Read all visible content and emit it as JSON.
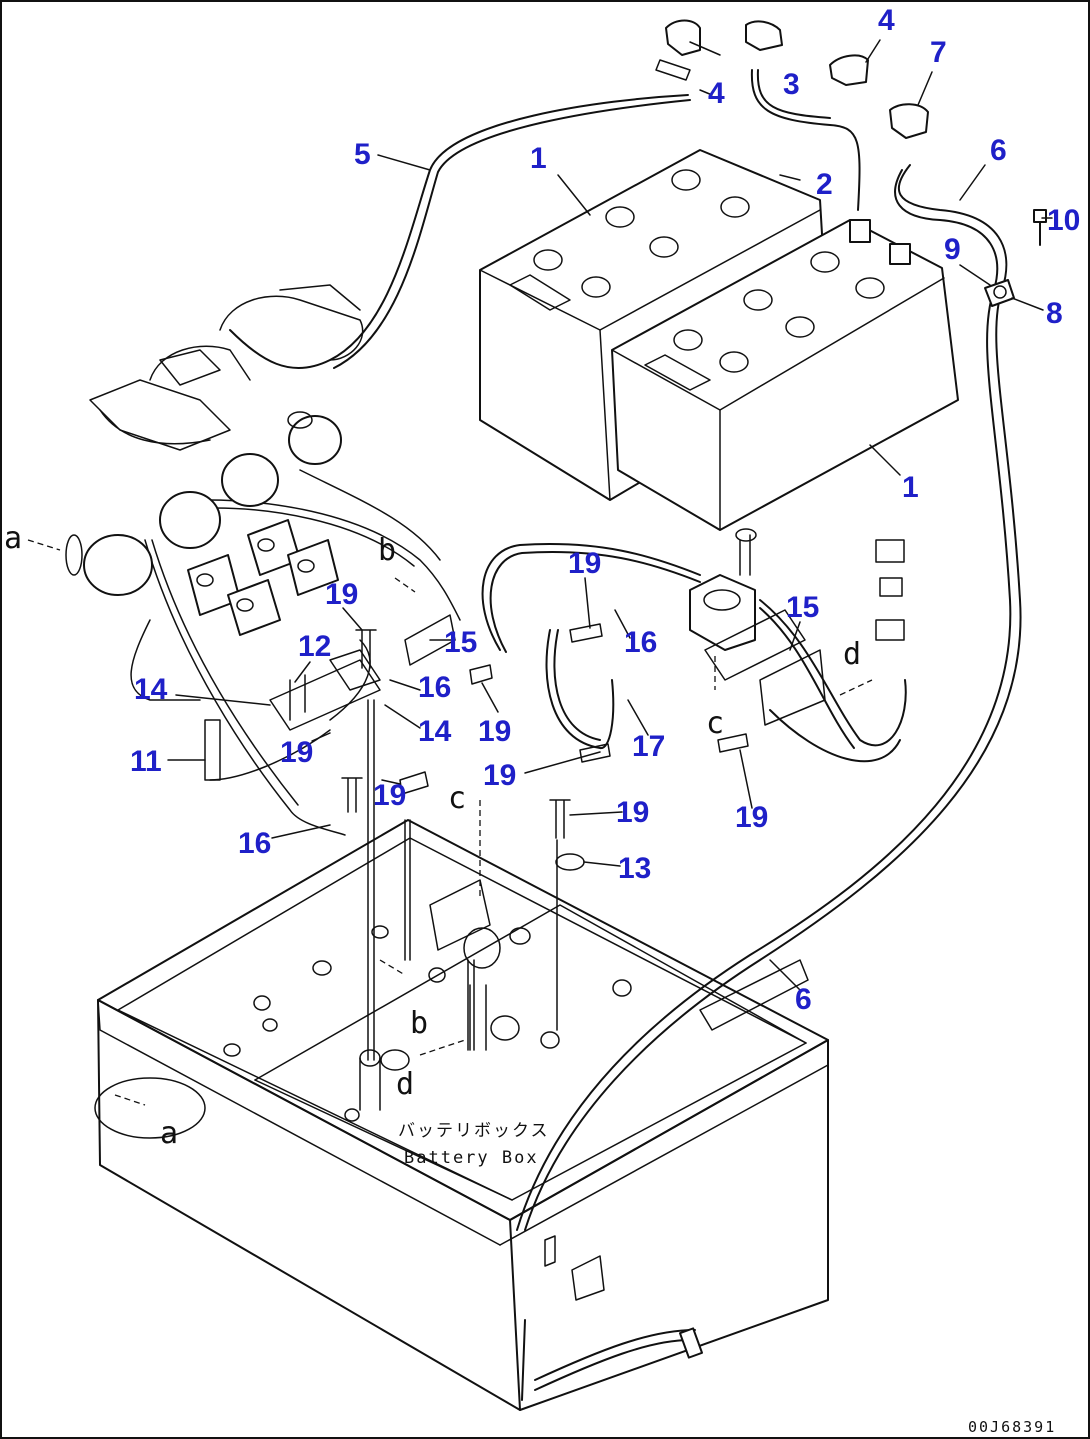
{
  "callouts": {
    "c1a": "1",
    "c1b": "1",
    "c2": "2",
    "c3": "3",
    "c4a": "4",
    "c4b": "4",
    "c5": "5",
    "c6a": "6",
    "c6b": "6",
    "c7": "7",
    "c8": "8",
    "c9": "9",
    "c10": "10",
    "c11": "11",
    "c12": "12",
    "c13": "13",
    "c14a": "14",
    "c14b": "14",
    "c15a": "15",
    "c15b": "15",
    "c16a": "16",
    "c16b": "16",
    "c16c": "16",
    "c17": "17",
    "c19a": "19",
    "c19b": "19",
    "c19c": "19",
    "c19d": "19",
    "c19e": "19",
    "c19f": "19",
    "c19g": "19",
    "c19h": "19"
  },
  "view_refs": {
    "a1": "a",
    "a2": "a",
    "b1": "b",
    "b2": "b",
    "c1": "c",
    "c2": "c",
    "d1": "d",
    "d2": "d"
  },
  "battery_box": {
    "label_jp": "バッテリボックス",
    "label_en": "Battery Box"
  },
  "drawing_code": "00J68391"
}
